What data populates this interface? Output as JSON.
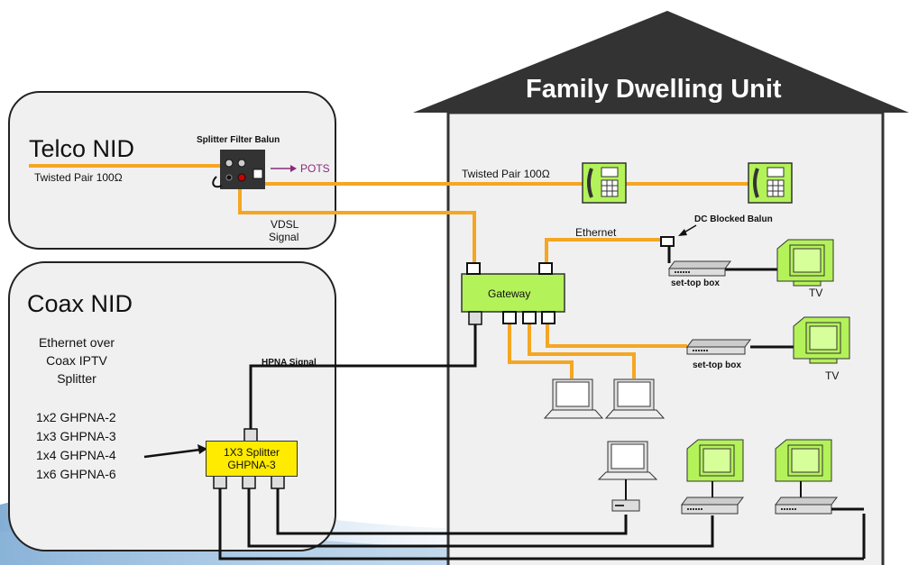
{
  "house": {
    "title": "Family Dwelling Unit"
  },
  "telco_nid": {
    "title": "Telco NID",
    "wire_label": "Twisted Pair 100Ω",
    "splitter_label": "Splitter Filter Balun",
    "pots_label": "POTS",
    "vdsl_line1": "VDSL",
    "vdsl_line2": "Signal"
  },
  "coax_nid": {
    "title": "Coax NID",
    "desc_lines": [
      "Ethernet over",
      "Coax IPTV",
      "Splitter"
    ],
    "splitter_models": [
      "1x2 GHPNA-2",
      "1x3 GHPNA-3",
      "1x4 GHPNA-4",
      "1x6 GHPNA-6"
    ],
    "splitter_box_line1": "1X3 Splitter",
    "splitter_box_line2": "GHPNA-3",
    "hpna_label": "HPNA Signal"
  },
  "inside": {
    "twisted_pair_label": "Twisted Pair 100Ω",
    "ethernet_label": "Ethernet",
    "dc_balun_label": "DC Blocked Balun",
    "gateway_label": "Gateway",
    "stb1_label": "set-top box",
    "stb2_label": "set-top box",
    "tv1_label": "TV",
    "tv2_label": "TV"
  },
  "colors": {
    "wire_orange": "#f5a623",
    "device_green": "#b4f25a",
    "splitter_yellow": "#ffeb00",
    "roof": "#333333",
    "wall": "#f0f0f0"
  },
  "icons": [
    "phone-icon",
    "tv-icon",
    "laptop-icon",
    "set-top-box-icon",
    "rj45-port-icon",
    "coax-connector-icon",
    "arrow-icon"
  ]
}
